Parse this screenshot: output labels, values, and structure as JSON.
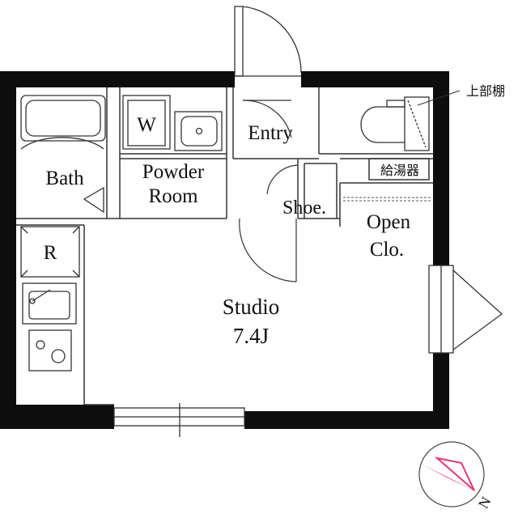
{
  "rooms": {
    "bath": "Bath",
    "washer": "W",
    "powder_line1": "Powder",
    "powder_line2": "Room",
    "entry": "Entry",
    "shoe": "Shoe.",
    "water_heater": "給湯器",
    "upper_shelf": "上部棚",
    "open_clo_line1": "Open",
    "open_clo_line2": "Clo.",
    "fridge": "R",
    "studio_name": "Studio",
    "studio_size": "7.4J"
  },
  "compass": {
    "north_label": "N",
    "accent_color": "#e8337f"
  },
  "colors": {
    "wall": "#0d0d0d",
    "line": "#333333"
  }
}
